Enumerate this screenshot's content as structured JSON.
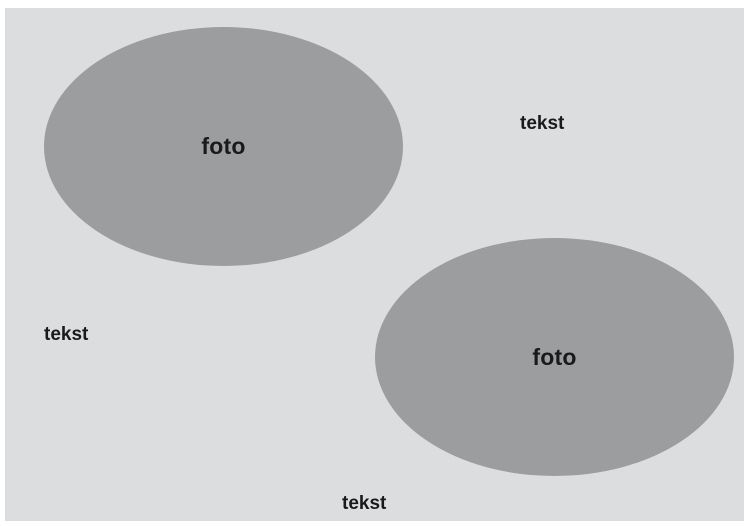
{
  "layout_sketch": {
    "photos": [
      {
        "label": "foto"
      },
      {
        "label": "foto"
      }
    ],
    "texts": [
      {
        "label": "tekst"
      },
      {
        "label": "tekst"
      },
      {
        "label": "tekst"
      }
    ],
    "colors": {
      "background": "#dcdddf",
      "photo_fill": "#9c9d9f",
      "label_text": "#1a1a1a"
    }
  }
}
